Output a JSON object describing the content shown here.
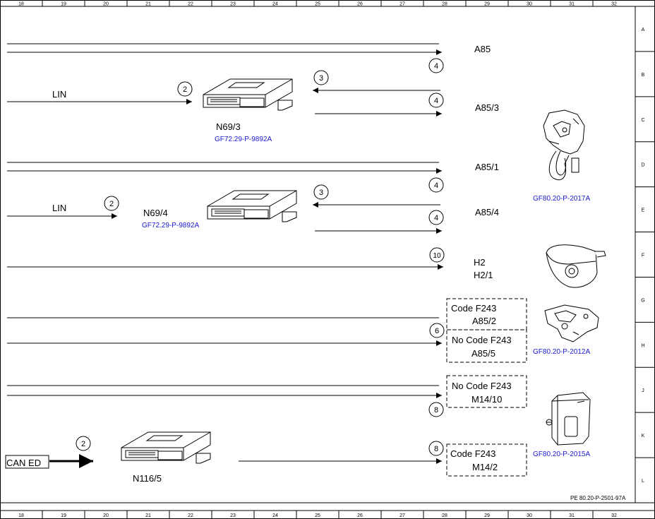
{
  "frame": {
    "columns": [
      "18",
      "19",
      "20",
      "21",
      "22",
      "23",
      "24",
      "25",
      "26",
      "27",
      "28",
      "29",
      "30",
      "31",
      "32"
    ],
    "rows": [
      "A",
      "B",
      "C",
      "D",
      "E",
      "F",
      "G",
      "H",
      "J",
      "K",
      "L"
    ]
  },
  "labels": {
    "lin_1": "LIN",
    "lin_2": "LIN",
    "n69_3": "N69/3",
    "n69_3_ref": "GF72.29-P-9892A",
    "n69_4": "N69/4",
    "n69_4_ref": "GF72.29-P-9892A",
    "n116_5": "N116/5",
    "can_ed": "CAN ED",
    "a85": "A85",
    "a85_3": "A85/3",
    "a85_1": "A85/1",
    "a85_4": "A85/4",
    "h2": "H2",
    "h2_1": "H2/1",
    "ref_2017a": "GF80.20-P-2017A",
    "ref_2012a": "GF80.20-P-2012A",
    "ref_2015a": "GF80.20-P-2015A",
    "doc_id": "PE 80.20-P-2501-97A"
  },
  "boxes": {
    "box1_top": "Code F243",
    "box1_top_sub": "A85/2",
    "box1_bottom": "No Code F243",
    "box1_bottom_sub": "A85/5",
    "box2": "No Code F243",
    "box2_sub": "M14/10",
    "box3": "Code F243",
    "box3_sub": "M14/2"
  },
  "callouts": {
    "c_a85": "4",
    "c_n693_in": "2",
    "c_n693_ret": "3",
    "c_a853": "4",
    "c_a851": "4",
    "c_n694_in": "2",
    "c_n694_ret": "3",
    "c_a854": "4",
    "c_h2": "10",
    "c_box1": "6",
    "c_box2": "8",
    "c_can": "2",
    "c_box3": "8"
  }
}
